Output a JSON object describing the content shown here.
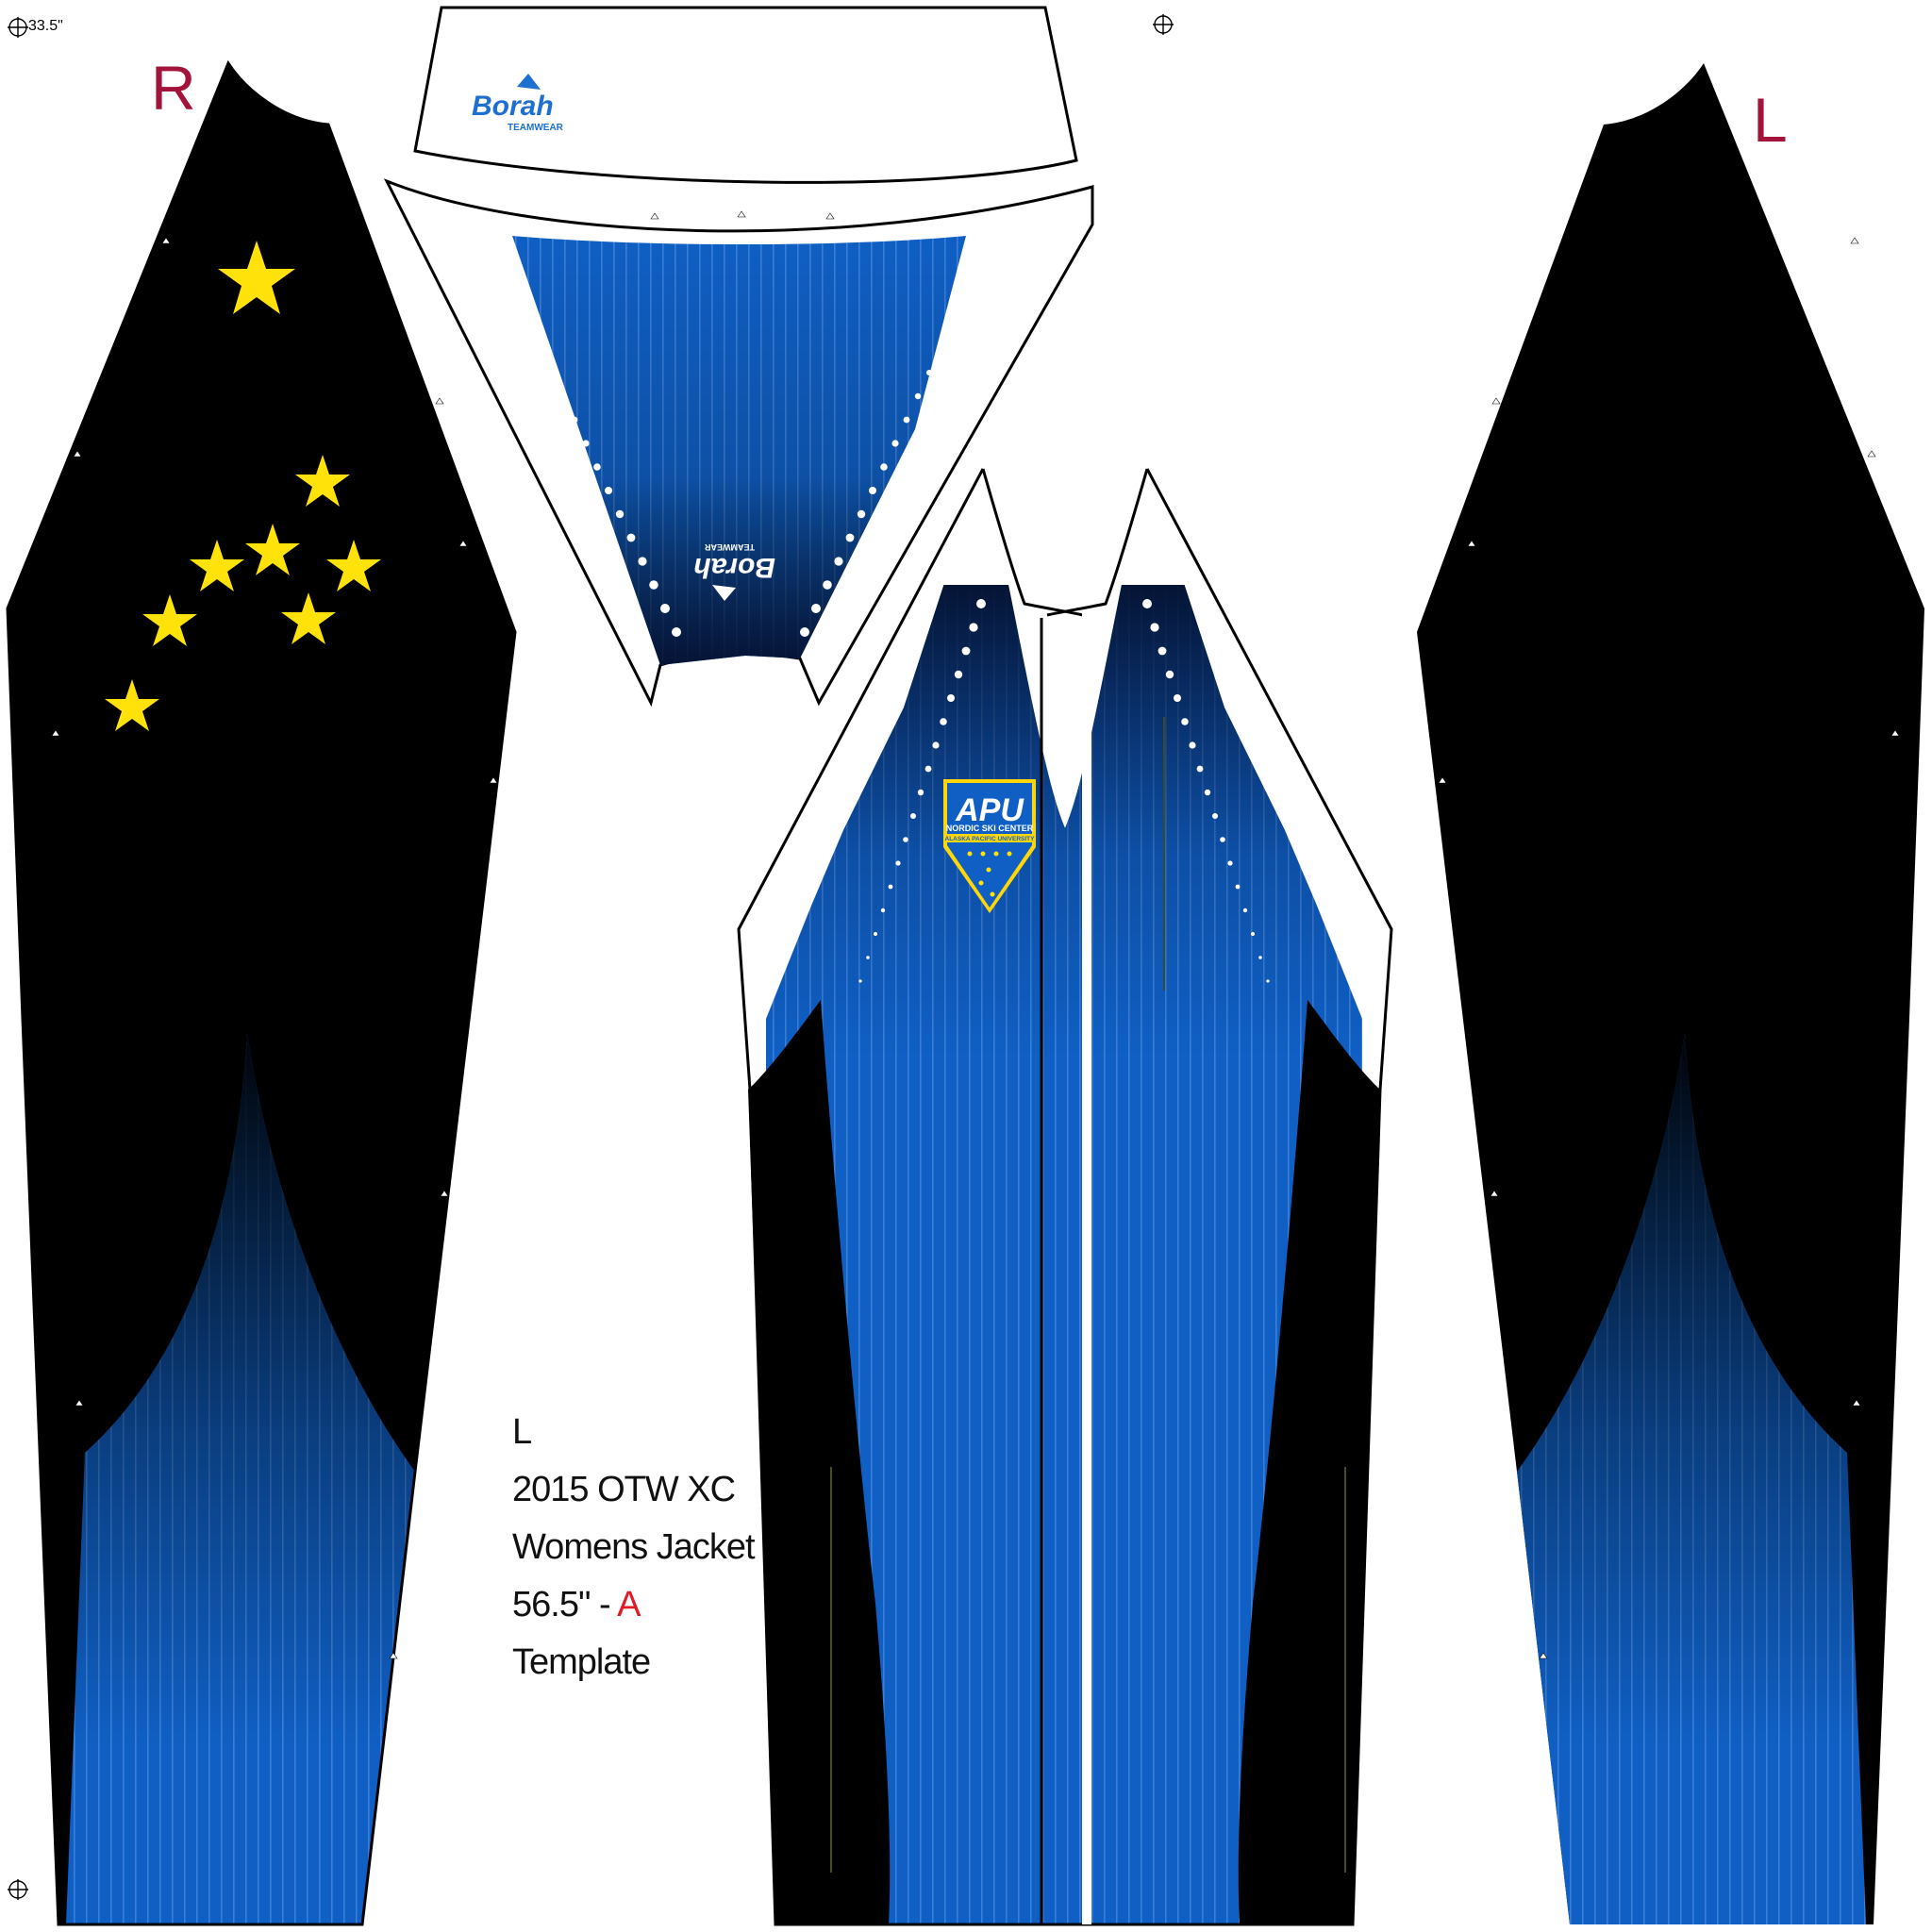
{
  "template": {
    "scale_label": "33.5\"",
    "right_sleeve_label": "R",
    "left_sleeve_label": "L",
    "info": {
      "size": "L",
      "line1": "2015 OTW XC",
      "line2": "Womens Jacket",
      "length": "56.5\"",
      "separator": " - ",
      "variant": "A",
      "line4": "Template"
    }
  },
  "brand": {
    "wordmark": "Borah",
    "tagline": "TEAMWEAR"
  },
  "crest": {
    "acronym": "APU",
    "subtitle": "NORDIC SKI CENTER",
    "university": "ALASKA PACIFIC UNIVERSITY"
  },
  "colors": {
    "black": "#000000",
    "royal_blue": "#0f5fc4",
    "dark_navy": "#06123a",
    "star_yellow": "#ffe20a",
    "label_red": "#a3133a",
    "accent_red": "#e01b24",
    "white": "#ffffff"
  }
}
